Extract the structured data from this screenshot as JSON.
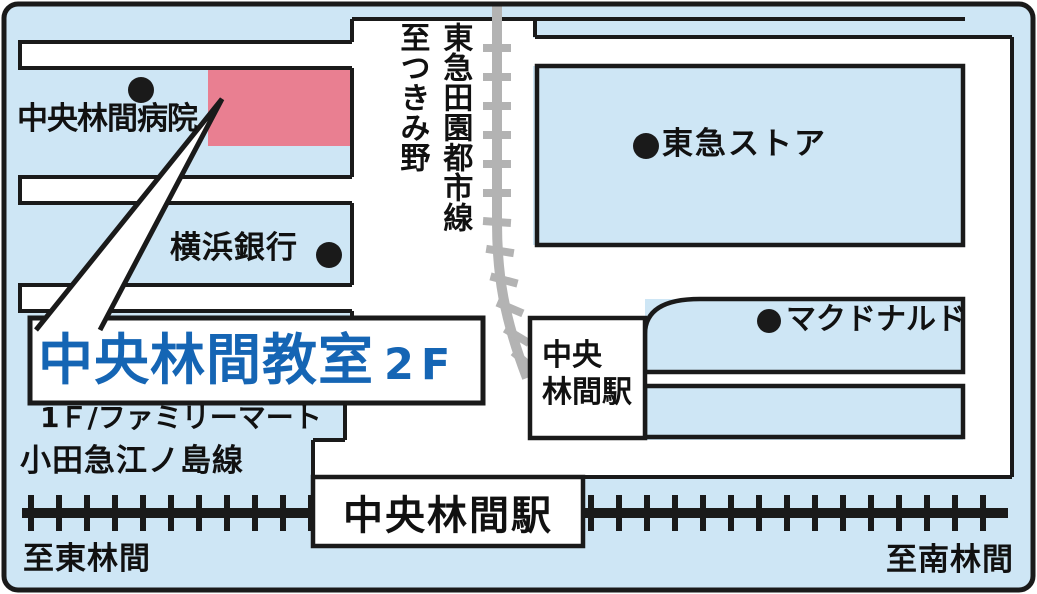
{
  "title": "中央林間教室 案内地図",
  "colors": {
    "block_blue": "#cee6f5",
    "road_white": "#ffffff",
    "line_black": "#1a1a1a",
    "highlight_pink": "#e97f91",
    "accent_blue": "#1565b4",
    "rail_gray": "#b3b3b3"
  },
  "labels": {
    "hospital": "中央林間病院",
    "bank": "横浜銀行",
    "store": "東急ストア",
    "mcdonalds": "マクドナルド",
    "denentoshi_line": "東急田園都市線",
    "to_tsukimino": "至つきみ野",
    "classroom_name": "中央林間教室",
    "classroom_floor": "2F",
    "first_floor_tenant": "1Ｆ/ファミリーマート",
    "odakyu_line": "小田急江ノ島線",
    "station_building": "中央\n林間駅",
    "station_on_rail": "中央林間駅",
    "to_higashirinkan": "至東林間",
    "to_minamirinkan": "至南林間"
  }
}
